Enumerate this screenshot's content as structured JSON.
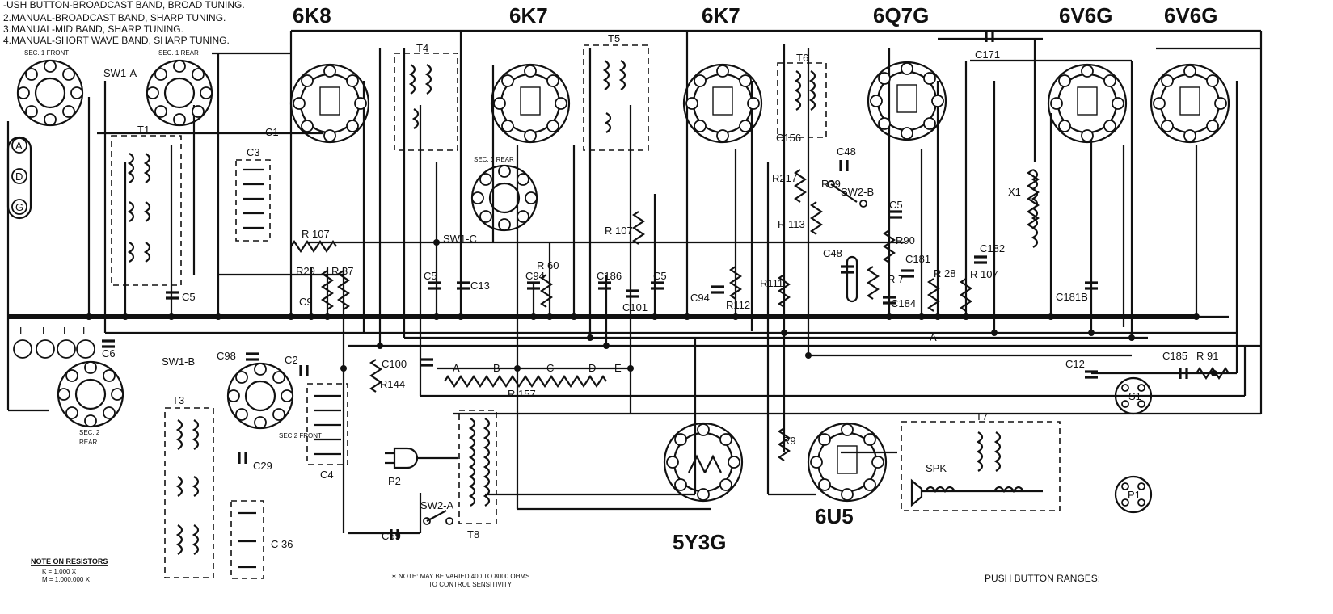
{
  "notes": {
    "push_button_list": [
      "-USH BUTTON-BROADCAST BAND, BROAD TUNING.",
      "2.MANUAL-BROADCAST BAND, SHARP TUNING.",
      "3.MANUAL-MID BAND, SHARP TUNING.",
      "4.MANUAL-SHORT WAVE BAND, SHARP TUNING."
    ],
    "note_on_resistors_title": "NOTE ON RESISTORS",
    "note_on_resistors": [
      "K = 1,000 X",
      "M = 1,000,000 X"
    ],
    "sensitivity_note": [
      "✶ NOTE: MAY BE VARIED 400 TO 8000 OHMS",
      "TO CONTROL SENSITIVITY"
    ],
    "push_button_ranges": "PUSH BUTTON RANGES:"
  },
  "tubes": {
    "t1": "6K8",
    "t2": "6K7",
    "t3": "6K7",
    "t4": "6Q7G",
    "t5": "6V6G",
    "t6": "6V6G",
    "t7": "6U5",
    "t8": "5Y3G"
  },
  "switch_labels": {
    "sec1_front": "SEC. 1 FRONT",
    "sec1_rear": "SEC. 1 REAR",
    "sw1a": "SW1-A",
    "sw1b": "SW1-B",
    "sw1c": "SW1-C",
    "sec3_rear": "SEC. 3 REAR",
    "sec2_front": "SEC 2 FRONT",
    "sec2_rear_a": "SEC. 2",
    "sec2_rear_b": "REAR",
    "sw2a": "SW2-A",
    "sw2b": "SW2-B"
  },
  "terminals": {
    "a": "A",
    "d": "D",
    "g": "G",
    "l": "L"
  },
  "components": {
    "t1": "T1",
    "t3": "T3",
    "t4": "T4",
    "t5": "T5",
    "t6": "T6",
    "t7": "T7",
    "t8": "T8",
    "c1": "C1",
    "c2": "C2",
    "c3": "C3",
    "c4": "C4",
    "c5": "C5",
    "c6": "C6",
    "c9": "C9",
    "c13": "C13",
    "c29": "C29",
    "c36": "C 36",
    "c48": "C48",
    "c59": "C59",
    "c94": "C94",
    "c98": "C98",
    "c100": "C100",
    "c101": "C101",
    "c12": "C12",
    "c156": "C156",
    "c171": "C171",
    "c181": "C181",
    "c181b": "C181B",
    "c182": "C182",
    "c184": "C184",
    "c185": "C185",
    "c186": "C186",
    "r7": "R 7",
    "r9": "R9",
    "r28": "R 28",
    "r29": "R29",
    "r37": "R 37",
    "r60": "R 60",
    "r90": "R90",
    "r91": "R 91",
    "r107": "R 107",
    "r111": "R111",
    "r112": "R112",
    "r113": "R 113",
    "r129": "R29",
    "r144": "R144",
    "r157": "R 157",
    "r217": "R217",
    "x1": "X1",
    "p1": "P1",
    "p2": "P2",
    "s1": "S1",
    "spk": "SPK",
    "tap_a": "A",
    "tap_b": "B",
    "tap_c": "C",
    "tap_d": "D",
    "tap_e": "E"
  }
}
